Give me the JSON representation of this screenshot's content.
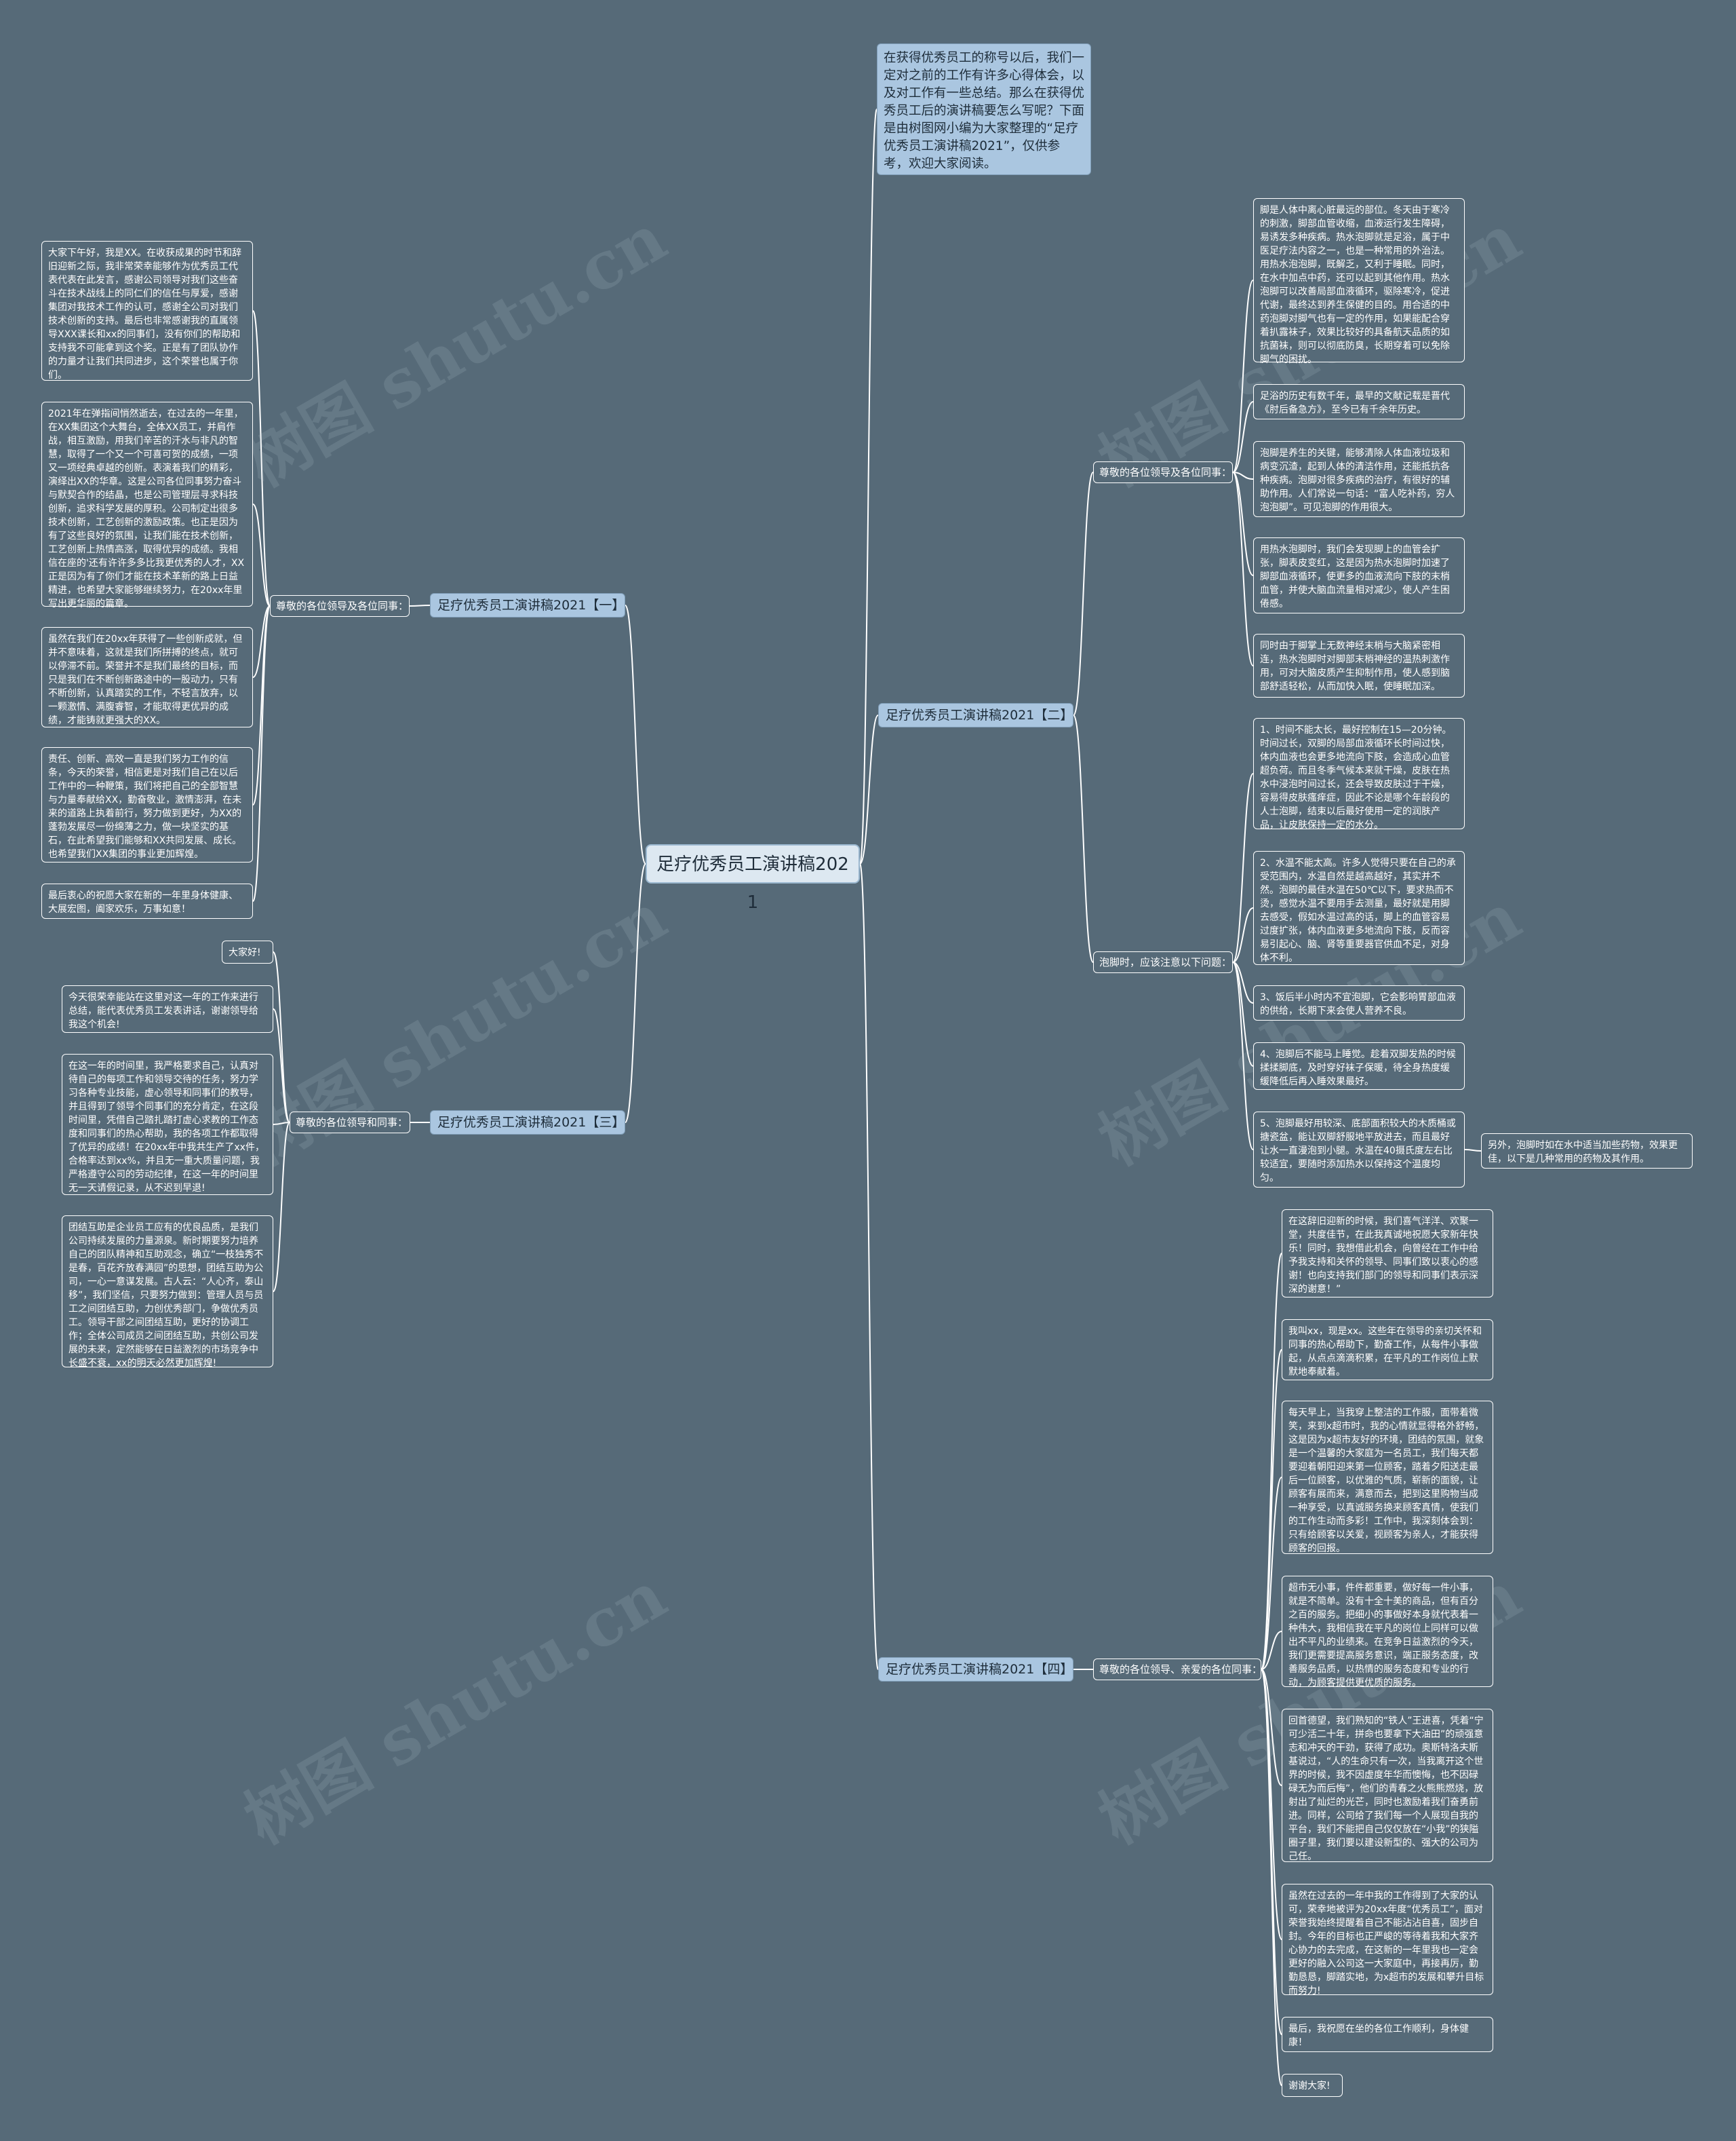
{
  "root": "足疗优秀员工演讲稿2021",
  "intro": "在获得优秀员工的称号以后，我们一定对之前的工作有许多心得体会，以及对工作有一些总结。那么在获得优秀员工后的演讲稿要怎么写呢？下面是由树图网小编为大家整理的“足疗优秀员工演讲稿2021”，仅供参考，欢迎大家阅读。",
  "watermark": "树图 shutu.cn",
  "b1": {
    "title": "足疗优秀员工演讲稿2021【一】",
    "sub": "尊敬的各位领导及各位同事：",
    "leaves": [
      "大家下午好，我是XX。在收获成果的时节和辞旧迎新之际，我非常荣幸能够作为优秀员工代表代表在此发言，感谢公司领导对我们这些奋斗在技术战线上的同仁们的信任与厚爱，感谢集团对我技术工作的认可，感谢全公司对我们技术创新的支持。最后也非常感谢我的直属领导XXX课长和xx的同事们，没有你们的帮助和支持我不可能拿到这个奖。正是有了团队协作的力量才让我们共同进步，这个荣誉也属于你们。",
      "2021年在弹指间悄然逝去，在过去的一年里，在XX集团这个大舞台，全体XX员工，并肩作战，相互激励，用我们辛苦的汗水与非凡的智慧，取得了一个又一个可喜可贺的成绩，一项又一项经典卓越的创新。表演着我们的精彩，演绎出XX的华章。这是公司各位同事努力奋斗与默契合作的结晶，也是公司管理层寻求科技创新，追求科学发展的厚积。公司制定出很多技术创新，工艺创新的激励政策。也正是因为有了这些良好的氛围，让我们能在技术创新，工艺创新上热情高涨，取得优异的成绩。我相信在座的'还有许许多多比我更优秀的人才，XX正是因为有了你们才能在技术革新的路上日益精进，也希望大家能够继续努力，在20xx年里写出更华丽的篇章。",
      "虽然在我们在20xx年获得了一些创新成就，但并不意味着，这就是我们所拼搏的终点，就可以停滞不前。荣誉并不是我们最终的目标，而只是我们在不断创新路途中的一股动力，只有不断创新，认真踏实的工作，不轻言放弃，以一颗激情、满腹睿智，才能取得更优异的成绩，才能铸就更强大的XX。",
      "责任、创新、高效一直是我们努力工作的信条，今天的荣誉，相信更是对我们自己在以后工作中的一种鞭策，我们将把自己的全部智慧与力量奉献给XX，勤奋敬业，激情澎湃，在未来的道路上执着前行，努力做到更好，为XX的蓬勃发展尽一份绵薄之力，做一块坚实的基石，在此希望我们能够和XX共同发展、成长。也希望我们XX集团的事业更加辉煌。",
      "最后衷心的祝愿大家在新的一年里身体健康、大展宏图，阖家欢乐，万事如意！"
    ]
  },
  "b2": {
    "title": "足疗优秀员工演讲稿2021【二】",
    "subA": "尊敬的各位领导及各位同事：",
    "leavesA": [
      "脚是人体中离心脏最远的部位。冬天由于寒冷的刺激，脚部血管收缩，血液运行发生障碍，易诱发多种疾病。热水泡脚就是足浴，属于中医足疗法内容之一，也是一种常用的外治法。用热水泡泡脚，既解乏，又利于睡眠。同时，在水中加点中药，还可以起到其他作用。热水泡脚可以改善局部血液循环，驱除寒冷，促进代谢，最终达到养生保健的目的。用合适的中药泡脚对脚气也有一定的作用，如果能配合穿着扒露袜子，效果比较好的具备航天品质的如抗菌袜，则可以彻底防臭，长期穿着可以免除脚气的困扰。",
      "足浴的历史有数千年，最早的文献记载是晋代《肘后备急方》，至今已有千余年历史。",
      "泡脚是养生的关键，能够清除人体血液垃圾和病变沉渣，起到人体的清洁作用，还能抵抗各种疾病。泡脚对很多疾病的治疗，有很好的辅助作用。人们常说一句话：“富人吃补药，穷人泡泡脚”。可见泡脚的作用很大。",
      "用热水泡脚时，我们会发现脚上的血管会扩张，脚表皮变红，这是因为热水泡脚时加速了脚部血液循环，使更多的血液流向下肢的末梢血管，并使大脑血流量相对减少，使人产生困倦感。",
      "同时由于脚掌上无数神经末梢与大脑紧密相连，热水泡脚时对脚部末梢神经的温热刺激作用，可对大脑皮质产生抑制作用，使人感到脑部舒适轻松，从而加快入眠，使睡眠加深。"
    ],
    "subB": "泡脚时，应该注意以下问题：",
    "leavesB": [
      "1、时间不能太长，最好控制在15—20分钟。时间过长，双脚的局部血液循环长时间过快，体内血液也会更多地流向下肢，会造成心血管超负荷。而且冬季气候本来就干燥，皮肤在热水中浸泡时间过长，还会导致皮肤过于干燥，容易得皮肤瘙痒症，因此不论是哪个年龄段的人士泡脚，结束以后最好使用一定的润肤产品，让皮肤保持一定的水分。",
      "2、水温不能太高。许多人觉得只要在自己的承受范围内，水温自然是越高越好，其实并不然。泡脚的最佳水温在50℃以下，要求热而不烫，感觉水温不要用手去测量，最好就是用脚去感受，假如水温过高的话，脚上的血管容易过度扩张，体内血液更多地流向下肢，反而容易引起心、脑、肾等重要器官供血不足，对身体不利。",
      "3、饭后半小时内不宜泡脚，它会影响胃部血液的供给，长期下来会使人营养不良。",
      "4、泡脚后不能马上睡觉。趁着双脚发热的时候揉揉脚底，及时穿好袜子保暖，待全身热度缓缓降低后再入睡效果最好。",
      "5、泡脚最好用较深、底部面积较大的木质桶或搪瓷盆，能让双脚舒服地平放进去，而且最好让水一直漫泡到小腿。水温在40摄氏度左右比较适宜，要随时添加热水以保持这个温度均匀。"
    ],
    "leafExtra": "另外，泡脚时如在水中适当加些药物，效果更佳，以下是几种常用的药物及其作用。"
  },
  "b3": {
    "title": "足疗优秀员工演讲稿2021【三】",
    "sub": "尊敬的各位领导和同事：",
    "leaves": [
      "大家好!",
      "今天很荣幸能站在这里对这一年的工作来进行总结，能代表优秀员工发表讲话，谢谢领导给我这个机会!",
      "在这一年的时间里，我严格要求自己，认真对待自己的每项工作和领导交待的任务，努力学习各种专业技能，虚心领导和同事们的教导，并且得到了领导个同事们的充分肯定，在这段时间里，凭借自己踏扎踏打虚心求教的工作态度和同事们的热心帮助，我的各项工作都取得了优异的成绩！在20xx年中我共生产了xx件，合格率达到xx%，并且无一重大质量问题，我严格遵守公司的劳动纪律，在这一年的时间里无一天请假记录，从不迟到早退!",
      "团结互助是企业员工应有的优良品质，是我们公司持续发展的力量源泉。新时期要努力培养自己的团队精神和互助观念，确立“一枝独秀不是春，百花齐放春满园”的思想，团结互助为公司，一心一意谋发展。古人云：“人心齐，泰山移”，我们坚信，只要努力做到：管理人员与员工之间团结互助，力创优秀部门，争做优秀员工。领导干部之间团结互助，更好的协调工作；全体公司成员之间团结互助，共创公司发展的未来，定然能够在日益激烈的市场竞争中长盛不衰，xx的明天必然更加辉煌!"
    ]
  },
  "b4": {
    "title": "足疗优秀员工演讲稿2021【四】",
    "sub": "尊敬的各位领导、亲爱的各位同事：",
    "leaves": [
      "在这辞旧迎新的时候，我们喜气洋洋、欢聚一堂，共度佳节，在此我真诚地祝愿大家新年快乐！同时，我想借此机会，向曾经在工作中给予我支持和关怀的领导、同事们致以衷心的感谢！也向支持我们部门的领导和同事们表示深深的谢意！”",
      "我叫xx，现是xx。这些年在领导的亲切关怀和同事的热心帮助下，勤奋工作，从每件小事做起，从点点滴滴积累，在平凡的工作岗位上默默地奉献着。",
      "每天早上，当我穿上整洁的工作服，面带着微笑，来到x超市时，我的心情就显得格外舒畅，这是因为x超市友好的环境，团结的氛围，就象是一个温馨的大家庭为一名员工，我们每天都要迎着朝阳迎来第一位顾客，踏着夕阳送走最后一位顾客，以优雅的气质，崭新的面貌，让顾客有展而来，满意而去，把到这里购物当成一种享受，以真诚服务换来顾客真情，使我们的工作生动而多彩！工作中，我深刻体会到：只有给顾客以关爱，视顾客为亲人，才能获得顾客的回报。",
      "超市无小事，件件都重要，做好每一件小事，就是不简单。没有十全十美的商品，但有百分之百的服务。把细小的事做好本身就代表着一种伟大，我相信我在平凡的岗位上同样可以做出不平凡的业绩来。在竞争日益激烈的今天，我们更需要提高服务意识，端正服务态度，改善服务品质，以热情的服务态度和专业的行动，为顾客提供更优质的服务。",
      "回首德望，我们熟知的“铁人”王进喜，凭着“宁可少活二十年，拼命也要拿下大油田”的顽强意志和冲天的干劲，获得了成功。奥斯特洛夫斯基说过，“人的生命只有一次，当我离开这个世界的时候，我不因虚度年华而懊悔，也不因碌碌无为而后悔”，他们的青春之火熊熊燃烧，放射出了灿烂的光芒，同时也激励着我们奋勇前进。同样，公司给了我们每一个人展现自我的平台，我们不能把自己仅仅放在“小我”的狭隘圈子里，我们要以建设新型的、强大的公司为己任。",
      "虽然在过去的一年中我的工作得到了大家的认可，荣幸地被评为20xx年度“优秀员工”，面对荣誉我始终提醒着自己不能沾沾自喜，固步自封。今年的目标也正严峻的等待着我和大家齐心协力的去完成，在这新的一年里我也一定会更好的融入公司这一大家庭中，再接再厉，勤勤恳恳，脚踏实地，为x超市的发展和攀升目标而努力!",
      "最后，我祝愿在坐的各位工作顺利，身体健康！",
      "谢谢大家!"
    ]
  }
}
